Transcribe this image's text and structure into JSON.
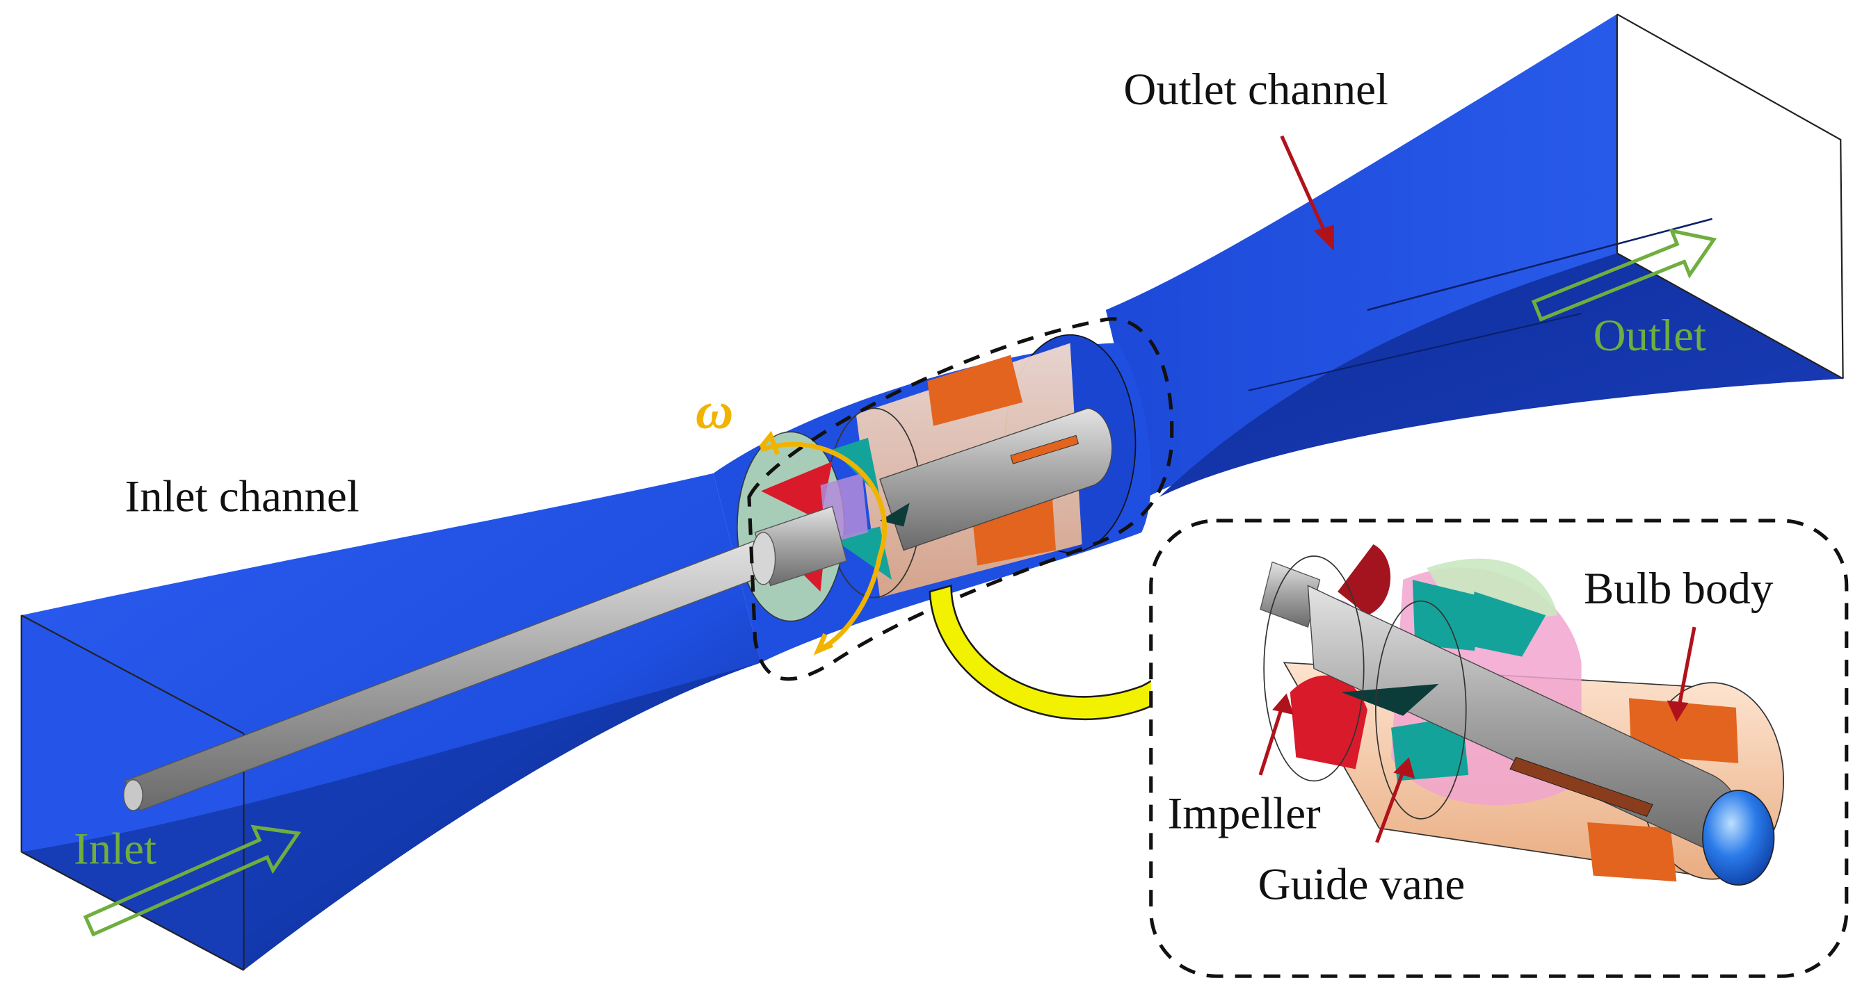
{
  "labels": {
    "outlet_channel": "Outlet channel",
    "inlet_channel": "Inlet channel",
    "outlet": "Outlet",
    "inlet": "Inlet",
    "omega": "ω",
    "bulb_body": "Bulb body",
    "impeller": "Impeller",
    "guide_vane": "Guide vane"
  },
  "colors": {
    "channel_blue": "#1f4fe0",
    "channel_dark": "#0b2a8a",
    "annotation_red": "#b0121b",
    "flow_green": "#6fae3f",
    "rotation_gold": "#f0b400",
    "transfer_yellow": "#f2f200",
    "bulb_peach": "#f6cba8",
    "support_orange": "#e2641e",
    "impeller_red": "#d81a2a",
    "guide_vane_teal": "#14a39a",
    "shaft_gray": "#a6a6a6",
    "nose_blue": "#2a7bea"
  }
}
